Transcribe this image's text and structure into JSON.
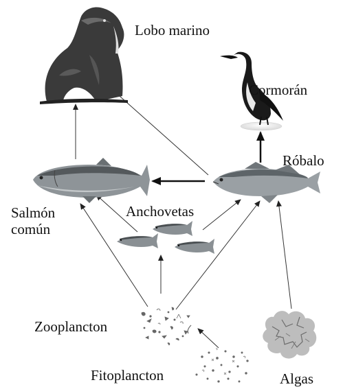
{
  "organisms": {
    "sea_lion": "Lobo marino",
    "cormorant": "Cormorán",
    "robalo": "Róbalo",
    "salmon_line1": "Salmón",
    "salmon_line2": "común",
    "anchovies": "Anchovetas",
    "zooplankton": "Zooplancton",
    "phytoplankton": "Fitoplancton",
    "algae": "Algas"
  },
  "food_web": [
    {
      "from": "phytoplankton",
      "to": "zooplankton"
    },
    {
      "from": "zooplankton",
      "to": "salmon"
    },
    {
      "from": "zooplankton",
      "to": "anchovies"
    },
    {
      "from": "zooplankton",
      "to": "robalo"
    },
    {
      "from": "anchovies",
      "to": "salmon"
    },
    {
      "from": "anchovies",
      "to": "robalo"
    },
    {
      "from": "algae",
      "to": "robalo"
    },
    {
      "from": "robalo",
      "to": "salmon"
    },
    {
      "from": "robalo",
      "to": "cormorant"
    },
    {
      "from": "robalo",
      "to": "sea_lion"
    },
    {
      "from": "salmon",
      "to": "sea_lion"
    }
  ],
  "colors": {
    "ink": "#111111",
    "arrow": "#222222",
    "fish_body": "#9aa0a4",
    "fish_back": "#5d6468",
    "sea_lion": "#3a3a3a",
    "plankton": "#666666"
  }
}
